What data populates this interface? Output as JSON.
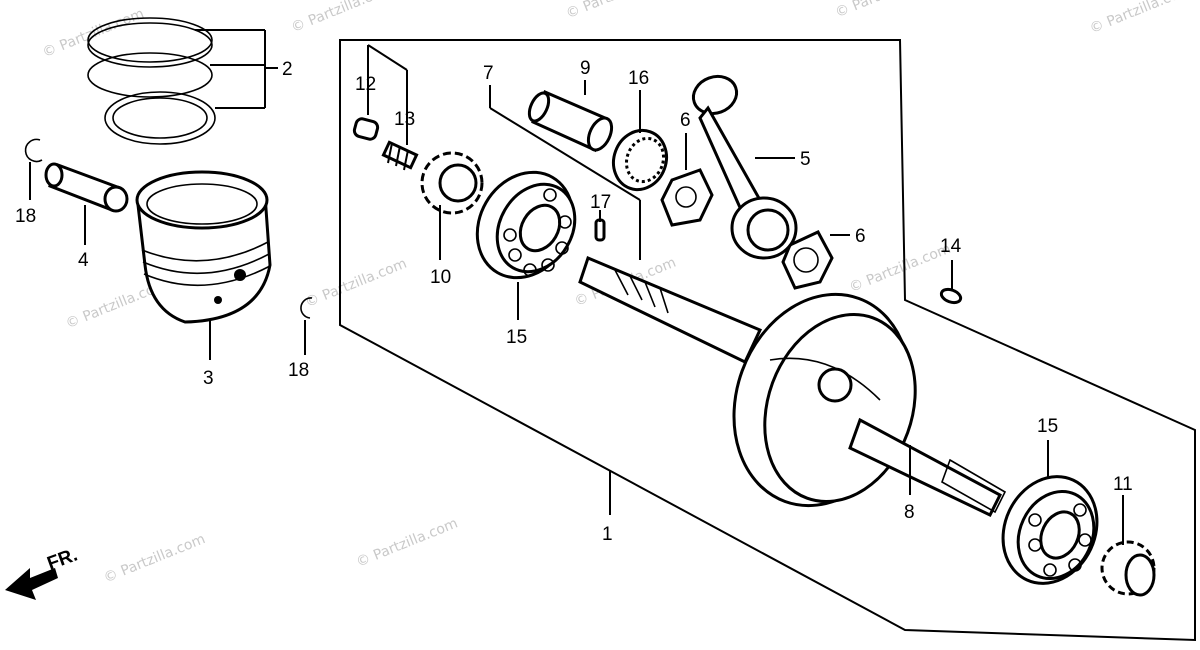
{
  "watermark": "© Partzilla.com",
  "front_arrow": {
    "label": "FR."
  },
  "callouts": {
    "c1": "1",
    "c2": "2",
    "c3": "3",
    "c4": "4",
    "c5": "5",
    "c6a": "6",
    "c6b": "6",
    "c7": "7",
    "c8": "8",
    "c9": "9",
    "c10": "10",
    "c11": "11",
    "c12": "12",
    "c13": "13",
    "c14": "14",
    "c15a": "15",
    "c15b": "15",
    "c16": "16",
    "c17": "17",
    "c18a": "18",
    "c18b": "18"
  }
}
